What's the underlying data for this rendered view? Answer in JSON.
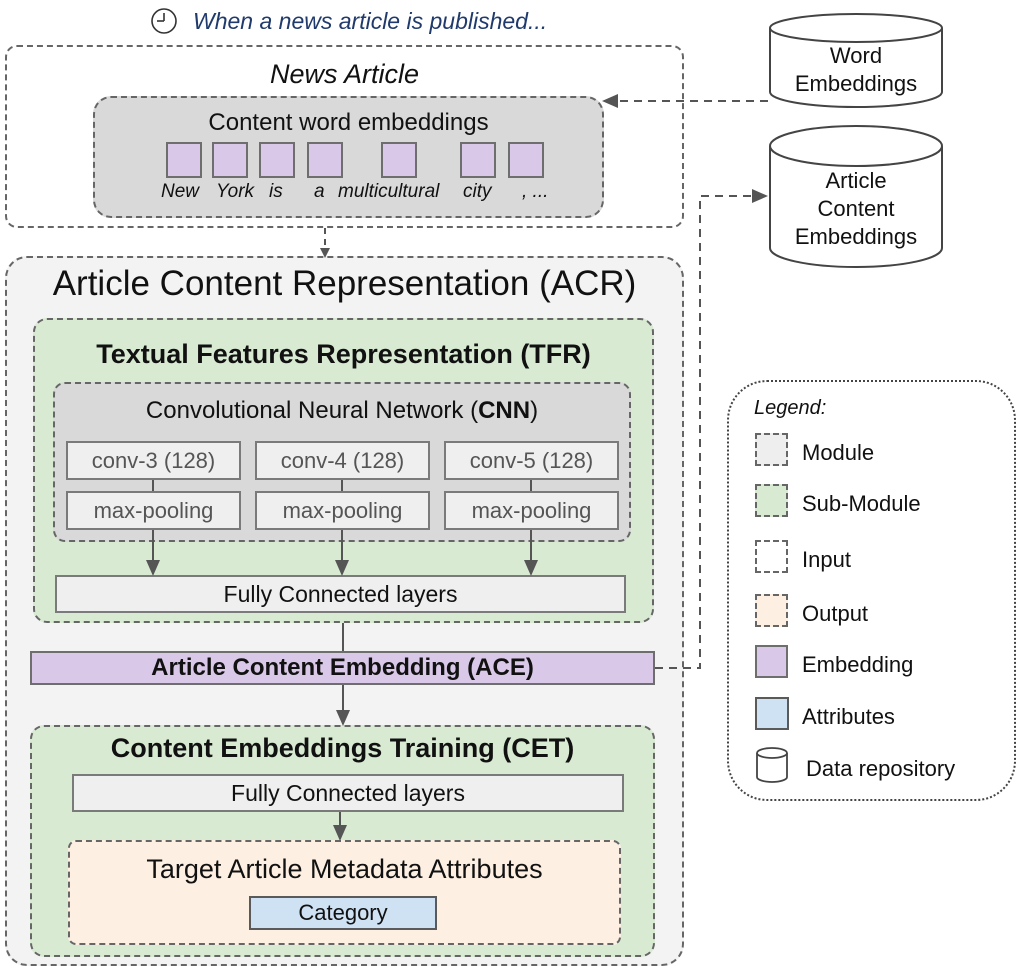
{
  "header": {
    "caption": "When a news article is published..."
  },
  "news_article": {
    "title": "News Article",
    "content": {
      "title": "Content word embeddings",
      "words": [
        "New",
        "York",
        "is",
        "a",
        "multicultural",
        "city",
        ", ..."
      ]
    }
  },
  "repositories": {
    "word_embeddings": "Word\nEmbeddings",
    "article_content_embeddings": "Article\nContent\nEmbeddings"
  },
  "acr": {
    "title": "Article Content Representation (ACR)",
    "tfr": {
      "title": "Textual Features Representation (TFR)",
      "cnn": {
        "title_prefix": "Convolutional Neural Network (",
        "title_bold": "CNN",
        "title_suffix": ")",
        "columns": [
          {
            "conv": "conv-3 (128)",
            "pool": "max-pooling"
          },
          {
            "conv": "conv-4 (128)",
            "pool": "max-pooling"
          },
          {
            "conv": "conv-5 (128)",
            "pool": "max-pooling"
          }
        ]
      },
      "fc": "Fully Connected layers"
    },
    "ace": "Article Content Embedding (ACE)",
    "cet": {
      "title": "Content Embeddings Training (CET)",
      "fc": "Fully Connected layers",
      "target": {
        "title": "Target Article Metadata Attributes",
        "attribute": "Category"
      }
    }
  },
  "legend": {
    "title": "Legend:",
    "items": [
      {
        "label": "Module"
      },
      {
        "label": "Sub-Module"
      },
      {
        "label": "Input"
      },
      {
        "label": "Output"
      },
      {
        "label": "Embedding"
      },
      {
        "label": "Attributes"
      },
      {
        "label": "Data repository"
      }
    ]
  },
  "colors": {
    "module_fill": "#eeeeee",
    "submodule_fill": "#d9ead3",
    "output_fill": "#fdf0e3",
    "embedding_fill": "#d9c8e8",
    "attribute_fill": "#cfe2f3",
    "caption_text": "#1f3a6b"
  }
}
